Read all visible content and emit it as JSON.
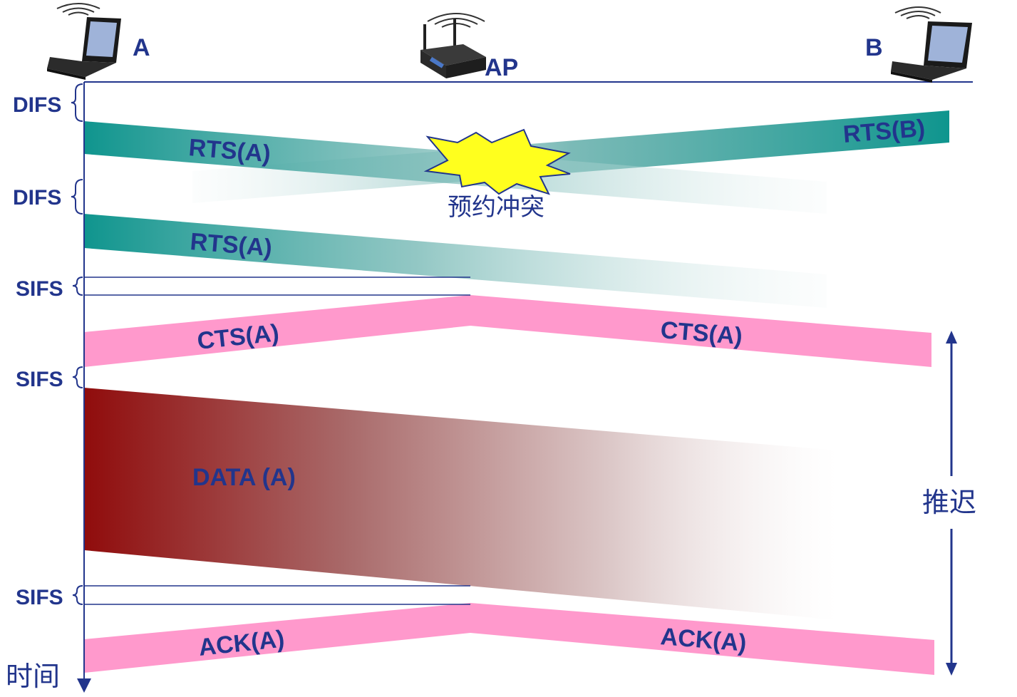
{
  "stations": {
    "a": "A",
    "ap": "AP",
    "b": "B"
  },
  "intervals": [
    "DIFS",
    "DIFS",
    "SIFS",
    "SIFS",
    "SIFS"
  ],
  "frames": {
    "rts_a_1": "RTS(A)",
    "rts_b": "RTS(B)",
    "rts_a_2": "RTS(A)",
    "cts_a_left": "CTS(A)",
    "cts_a_right": "CTS(A)",
    "data_a": "DATA (A)",
    "ack_a_left": "ACK(A)",
    "ack_a_right": "ACK(A)"
  },
  "collision_label": "预约冲突",
  "defer_label": "推迟",
  "time_label": "时间",
  "colors": {
    "text": "#22358c",
    "teal": "#0f958e",
    "pink": "#ff99cc",
    "data_red": "#900c0c",
    "burst": "#ffff1e"
  }
}
